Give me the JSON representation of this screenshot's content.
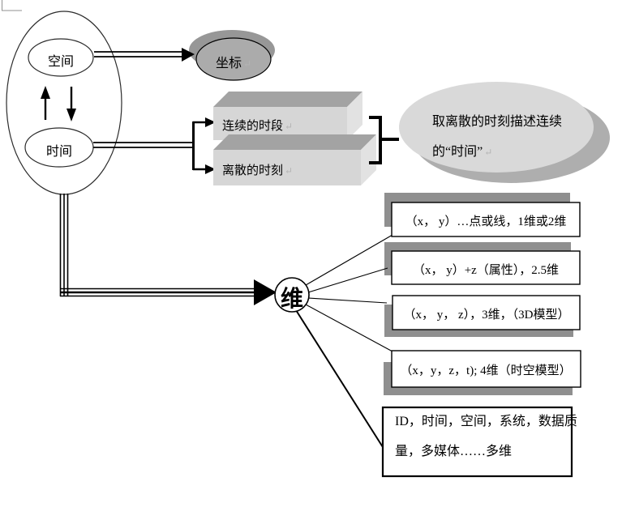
{
  "diagram": {
    "space_time_group": {
      "space": "空间",
      "time": "时间"
    },
    "coordinate": "坐标",
    "time_boxes": {
      "continuous": "连续的时段",
      "discrete": "离散的时刻"
    },
    "summary_ellipse": {
      "line1": "取离散的时刻描述连续",
      "line2": "的“时间”"
    },
    "dimension_node": "维",
    "dimension_items": [
      "（x， y）…点或线，1维或2维",
      "（x， y）+z（属性），2.5维",
      "（x， y， z），3维，（3D模型）",
      "（x，y，z，t); 4维（时空模型）"
    ],
    "multi_dimension_box": {
      "line1": "ID，时间，空间，系统，数据质",
      "line2": "量，多媒体……多维"
    },
    "pilcrow": "↵",
    "colors": {
      "ellipse_front": "#d9d9d9",
      "ellipse_back": "#aeaeae",
      "coord_fill": "#ababab",
      "coord_shadow": "#979797",
      "box3d_top": "#a3a3a3",
      "box3d_front": "#d6d6d6",
      "box3d_side": "#e2e2e2",
      "item_shadow": "#8f8f8f",
      "line_color": "#000000"
    }
  }
}
